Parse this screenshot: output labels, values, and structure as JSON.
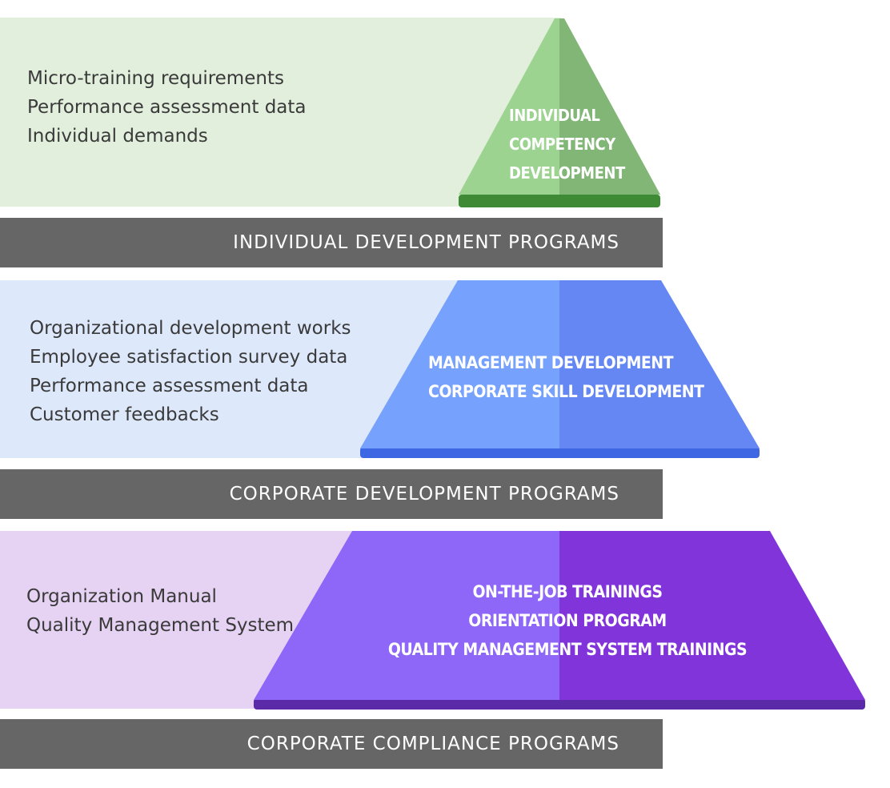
{
  "tiers": [
    {
      "inputs": [
        "Micro-training requirements",
        "Performance assessment data",
        "Individual demands"
      ],
      "shape_lines": [
        "INDIVIDUAL",
        "COMPETENCY",
        "DEVELOPMENT"
      ],
      "bar_label": "INDIVIDUAL DEVELOPMENT PROGRAMS",
      "colors": {
        "band": "#e2efdd",
        "light": "#9dd390",
        "dark": "#82b677",
        "base": "#3f8a34"
      }
    },
    {
      "inputs": [
        "Organizational development works",
        "Employee satisfaction survey data",
        "Performance assessment data",
        "Customer feedbacks"
      ],
      "shape_lines": [
        "MANAGEMENT DEVELOPMENT",
        "CORPORATE SKILL DEVELOPMENT"
      ],
      "bar_label": "CORPORATE DEVELOPMENT PROGRAMS",
      "colors": {
        "band": "#dde8fb",
        "light": "#76a1fc",
        "dark": "#6587f4",
        "base": "#3e68e3"
      }
    },
    {
      "inputs": [
        "Organization Manual",
        "Quality Management System"
      ],
      "shape_lines": [
        "ON-THE-JOB TRAININGS",
        "ORIENTATION PROGRAM",
        "QUALITY MANAGEMENT SYSTEM TRAININGS"
      ],
      "bar_label": "CORPORATE COMPLIANCE PROGRAMS",
      "colors": {
        "band": "#e6d3f4",
        "light": "#8e66f8",
        "dark": "#8134da",
        "base": "#5a2aa8"
      }
    }
  ],
  "bar_color": "#666666"
}
